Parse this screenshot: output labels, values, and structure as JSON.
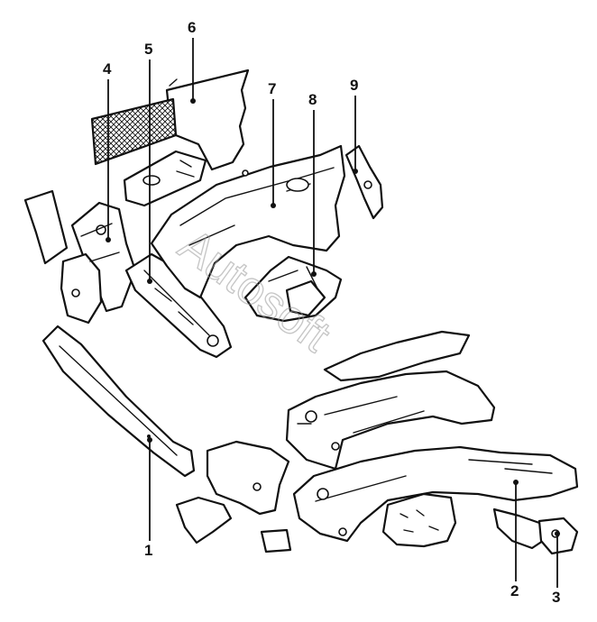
{
  "diagram": {
    "callouts": [
      "1",
      "2",
      "3",
      "4",
      "5",
      "6",
      "7",
      "8",
      "9"
    ],
    "watermark": "Autosoft"
  }
}
